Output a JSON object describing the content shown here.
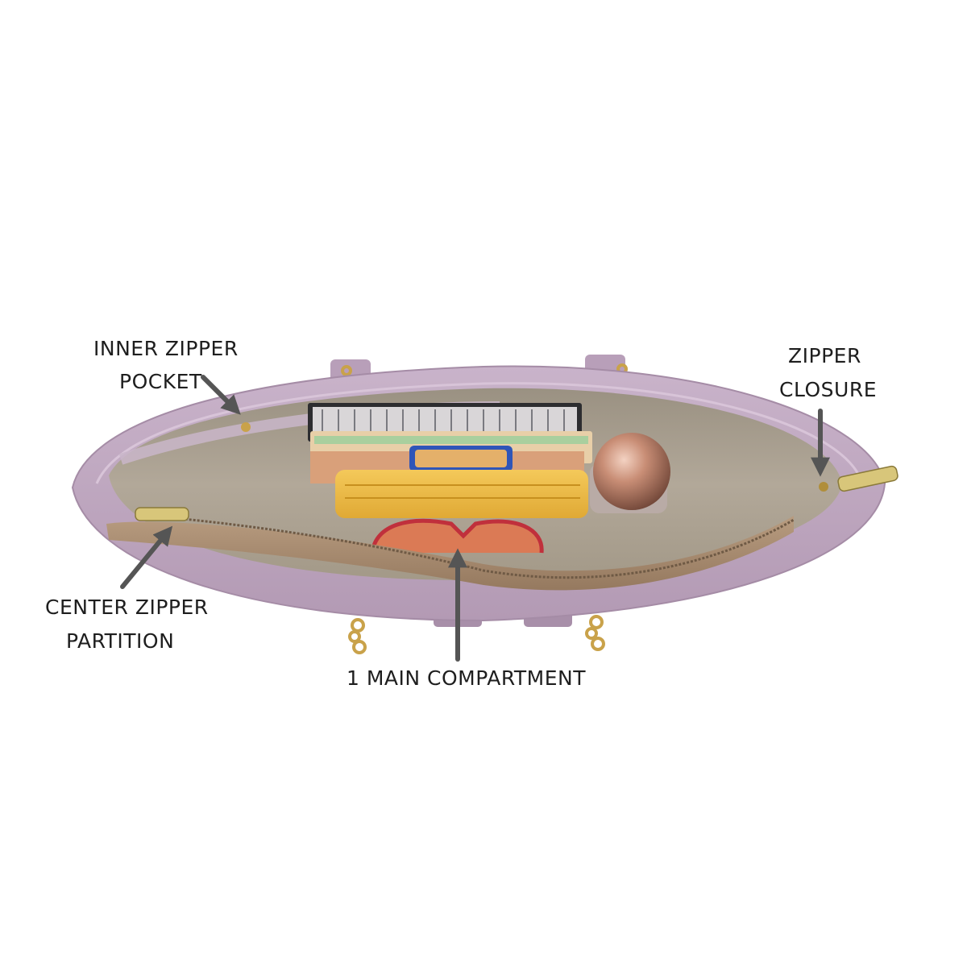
{
  "image": {
    "subject": "handbag-interior",
    "colors": {
      "background": "#ffffff",
      "bag_lilac": "#bfa6c0",
      "lining": "#a89e90",
      "partition": "#a98e73",
      "arrow": "#555555"
    }
  },
  "callouts": {
    "inner_pocket": {
      "line1": "INNER ZIPPER",
      "line2": "POCKET"
    },
    "zipper_closure": {
      "line1": "ZIPPER",
      "line2": "CLOSURE"
    },
    "center_partition": {
      "line1": "CENTER ZIPPER",
      "line2": "PARTITION"
    },
    "main_compartment": {
      "line1": "1 MAIN COMPARTMENT"
    }
  }
}
